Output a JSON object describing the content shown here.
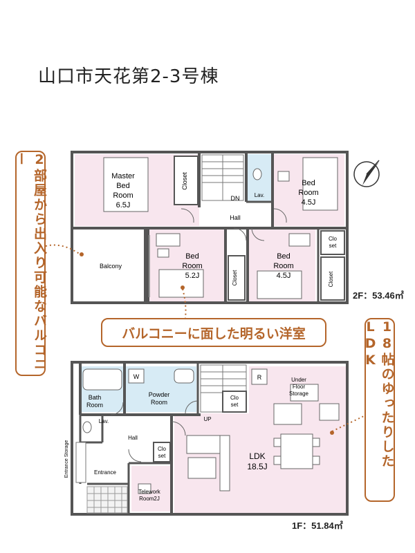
{
  "title": "山口市天花第2-3号棟",
  "callouts": {
    "left": "2部屋から出入り可能なバルコニー",
    "middle": "バルコニーに面した明るい洋室",
    "right": "18帖のゆったりしたLDK"
  },
  "floor2": {
    "area": "2F：53.46㎡",
    "rooms": {
      "master_line1": "Master",
      "master_line2": "Bed",
      "master_line3": "Room",
      "master_line4": "6.5J",
      "closet": "Closet",
      "dn": "DN",
      "lav": "Lav.",
      "hall": "Hall",
      "bed45a_line1": "Bed",
      "bed45a_line2": "Room",
      "bed45a_line3": "4.5J",
      "balcony": "Balcony",
      "bed52_line1": "Bed",
      "bed52_line2": "Room",
      "bed52_line3": "5.2J",
      "bed45b_line1": "Bed",
      "bed45b_line2": "Room",
      "bed45b_line3": "4.5J",
      "clo_set1": "Clo",
      "clo_set2": "set"
    }
  },
  "floor1": {
    "area": "1F：51.84㎡",
    "rooms": {
      "bath_line1": "Bath",
      "bath_line2": "Room",
      "powder_line1": "Powder",
      "powder_line2": "Room",
      "w": "W",
      "r": "R",
      "clo1": "Clo",
      "clo2": "set",
      "under1": "Under",
      "under2": "Floor",
      "under3": "Storage",
      "lav": "Lav.",
      "up": "UP",
      "hall": "Hall",
      "entrance_storage": "Entrance Storage",
      "entrance": "Entrance",
      "telework1": "Telework",
      "telework2": "Room2J",
      "ldk1": "LDK",
      "ldk2": "18.5J"
    }
  },
  "colors": {
    "accent": "#b4652a",
    "room_pink": "#f8e6ee",
    "wet_blue": "#d7ebf5",
    "wall": "#555555"
  },
  "icons": [
    "north-arrow-icon"
  ]
}
